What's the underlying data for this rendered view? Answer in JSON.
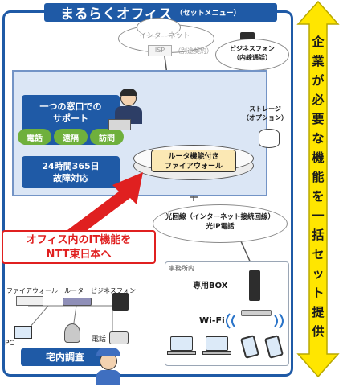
{
  "header": {
    "title": "まるらくオフィス",
    "subtitle": "（セットメニュー）"
  },
  "cloud": {
    "internet": "インターネット",
    "isp": "ISP",
    "isp_note": "（別途契約）"
  },
  "business_phone_top": {
    "line1": "ビジネスフォン",
    "line2": "（内線通話）"
  },
  "support": {
    "box_line1": "一つの窓口での",
    "box_line2": "サポート",
    "pills": [
      "電話",
      "遠隔",
      "訪問"
    ],
    "hours_line1": "24時間365日",
    "hours_line2": "故障対応"
  },
  "storage": {
    "line1": "ストレージ",
    "line2": "（オプション）"
  },
  "router": {
    "line1": "ルータ機能付き",
    "line2": "ファイアウォール"
  },
  "fiber": {
    "line1": "光回線（インターネット接続回線）",
    "line2": "光IP電話"
  },
  "office": {
    "label": "事務所内",
    "box_label": "専用BOX",
    "wifi_label": "Wi-Fi"
  },
  "side_arrow": {
    "chars": [
      "企",
      "業",
      "が",
      "必",
      "要",
      "な",
      "機",
      "能",
      "を",
      "一",
      "括",
      "セ",
      "ッ",
      "ト",
      "提",
      "供"
    ]
  },
  "callout": {
    "line1": "オフィス内のIT機能を",
    "line2": "NTT東日本へ"
  },
  "legacy": {
    "firewall": "ファイアウォール",
    "router": "ルータ",
    "business_phone": "ビジネスフォン",
    "pc": "PC",
    "phone": "電話"
  },
  "survey": {
    "label": "宅内調査"
  },
  "colors": {
    "brand_blue": "#1f5aa6",
    "accent_red": "#e02020",
    "pill_green": "#6fb03c",
    "arrow_yellow": "#ffe600",
    "router_label_bg": "#fbe8b4"
  }
}
